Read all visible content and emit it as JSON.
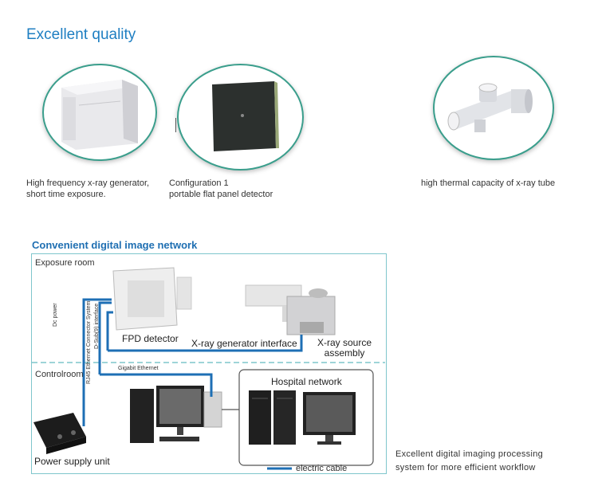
{
  "header": {
    "title": "Excellent quality"
  },
  "products": [
    {
      "caption_line1": "High frequency x-ray generator,",
      "caption_line2": "short time exposure.",
      "image": "x-ray-generator-cabinet"
    },
    {
      "caption_line1": "Configuration 1",
      "caption_line2": "portable flat panel detector",
      "image": "flat-panel-detector"
    },
    {
      "caption_line1": "high thermal capacity of x-ray tube",
      "image": "x-ray-tube"
    }
  ],
  "network": {
    "title": "Convenient digital image network",
    "zones": {
      "exposure": "Exposure room",
      "control": "Controlroom"
    },
    "labels": {
      "fpd": "FPD detector",
      "generator_interface": "X-ray generator interface",
      "source_line1": "X-ray source",
      "source_line2": "assembly",
      "hospital": "Hospital network",
      "power": "Power supply unit",
      "legend": "electric cable"
    },
    "cable_labels": {
      "dc_power": "Dc power",
      "rj45": "RJ45 Ethernet Connector System",
      "dsub": "D-Sub(9) interface",
      "gigabit": "Gigabit Ethernet"
    },
    "colors": {
      "cable": "#1e6fb5",
      "frame": "#7fc6cc",
      "accent": "#1f7fc2"
    }
  },
  "side_caption": {
    "line1": "Excellent digital imaging processing",
    "line2": "system for more efficient workflow"
  }
}
